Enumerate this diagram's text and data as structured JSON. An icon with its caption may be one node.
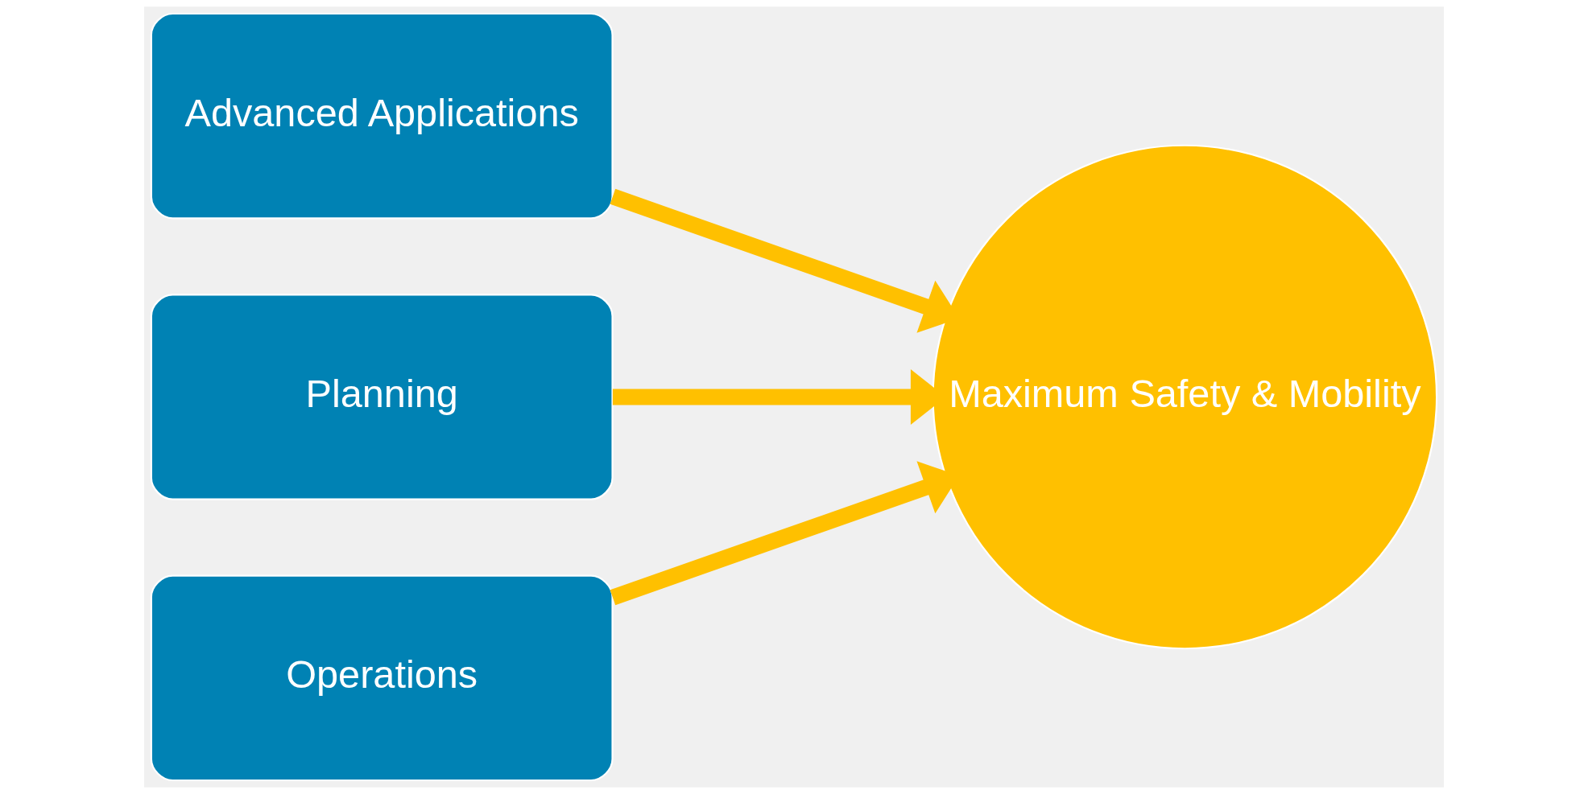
{
  "diagram": {
    "nodes": [
      {
        "text": [
          "Advanced Applications"
        ]
      },
      {
        "text": [
          "Planning"
        ]
      },
      {
        "text": [
          "Operations"
        ]
      },
      {
        "text": [
          "Maximum Safety & Mobility"
        ]
      }
    ],
    "edges": [
      {
        "from": 0,
        "to": 3,
        "arrow": "to"
      },
      {
        "from": 1,
        "to": 3,
        "arrow": "to"
      },
      {
        "from": 2,
        "to": 3,
        "arrow": "to"
      }
    ]
  }
}
